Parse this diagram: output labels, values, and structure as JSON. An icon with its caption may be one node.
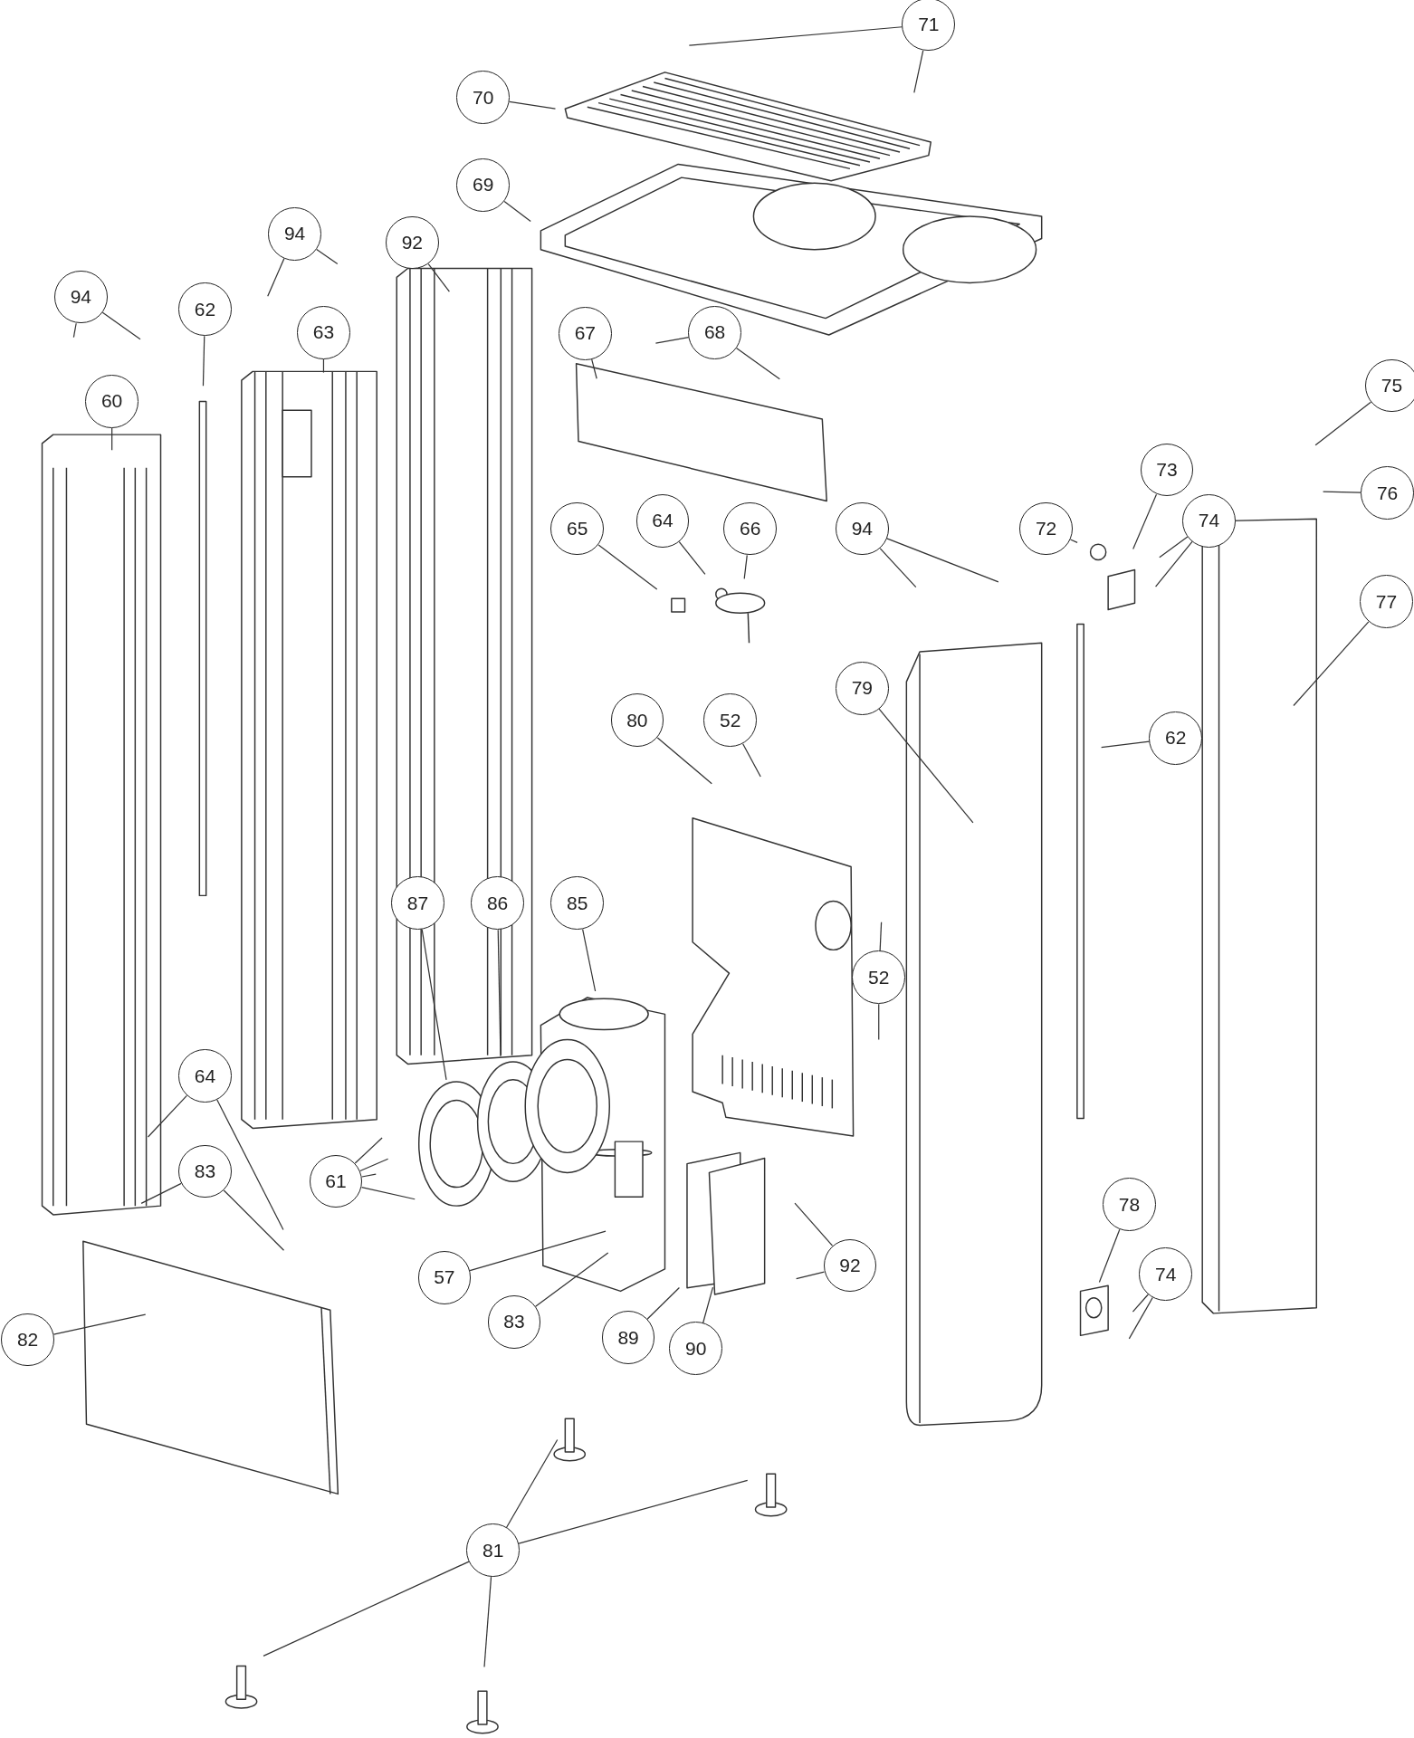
{
  "diagram": {
    "nodes": [
      {
        "text": [
          "71"
        ]
      },
      {
        "text": [
          "70"
        ]
      },
      {
        "text": [
          "69"
        ]
      },
      {
        "text": [
          "94"
        ]
      },
      {
        "text": [
          "92"
        ]
      },
      {
        "text": [
          "94"
        ]
      },
      {
        "text": [
          "62"
        ]
      },
      {
        "text": [
          "63"
        ]
      },
      {
        "text": [
          "68"
        ]
      },
      {
        "text": [
          "67"
        ]
      },
      {
        "text": [
          "75"
        ]
      },
      {
        "text": [
          "60"
        ]
      },
      {
        "text": [
          "73"
        ]
      },
      {
        "text": [
          "76"
        ]
      },
      {
        "text": [
          "74"
        ]
      },
      {
        "text": [
          "65"
        ]
      },
      {
        "text": [
          "64"
        ]
      },
      {
        "text": [
          "66"
        ]
      },
      {
        "text": [
          "94"
        ]
      },
      {
        "text": [
          "72"
        ]
      },
      {
        "text": [
          "77"
        ]
      },
      {
        "text": [
          "79"
        ]
      },
      {
        "text": [
          "80"
        ]
      },
      {
        "text": [
          "52"
        ]
      },
      {
        "text": [
          "62"
        ]
      },
      {
        "text": [
          "87"
        ]
      },
      {
        "text": [
          "86"
        ]
      },
      {
        "text": [
          "85"
        ]
      },
      {
        "text": [
          "52"
        ]
      },
      {
        "text": [
          "64"
        ]
      },
      {
        "text": [
          "83"
        ]
      },
      {
        "text": [
          "61"
        ]
      },
      {
        "text": [
          "78"
        ]
      },
      {
        "text": [
          "92"
        ]
      },
      {
        "text": [
          "74"
        ]
      },
      {
        "text": [
          "57"
        ]
      },
      {
        "text": [
          "83"
        ]
      },
      {
        "text": [
          "82"
        ]
      },
      {
        "text": [
          "89"
        ]
      },
      {
        "text": [
          "90"
        ]
      },
      {
        "text": [
          "81"
        ]
      }
    ],
    "edges": [
      {
        "from": 0,
        "to": null,
        "arrow": "none"
      },
      {
        "from": 0,
        "to": null,
        "arrow": "none"
      },
      {
        "from": 1,
        "to": null,
        "arrow": "none"
      },
      {
        "from": 2,
        "to": null,
        "arrow": "none"
      },
      {
        "from": 3,
        "to": null,
        "arrow": "none"
      },
      {
        "from": 3,
        "to": null,
        "arrow": "none"
      },
      {
        "from": 4,
        "to": null,
        "arrow": "none"
      },
      {
        "from": 5,
        "to": null,
        "arrow": "none"
      },
      {
        "from": 5,
        "to": null,
        "arrow": "none"
      },
      {
        "from": 6,
        "to": null,
        "arrow": "none"
      },
      {
        "from": 7,
        "to": null,
        "arrow": "none"
      },
      {
        "from": 8,
        "to": null,
        "arrow": "none"
      },
      {
        "from": 8,
        "to": null,
        "arrow": "none"
      },
      {
        "from": 9,
        "to": null,
        "arrow": "none"
      },
      {
        "from": 10,
        "to": null,
        "arrow": "none"
      },
      {
        "from": 11,
        "to": null,
        "arrow": "none"
      },
      {
        "from": 12,
        "to": null,
        "arrow": "none"
      },
      {
        "from": 13,
        "to": null,
        "arrow": "none"
      },
      {
        "from": 14,
        "to": null,
        "arrow": "none"
      },
      {
        "from": 14,
        "to": null,
        "arrow": "none"
      },
      {
        "from": 15,
        "to": null,
        "arrow": "none"
      },
      {
        "from": 16,
        "to": null,
        "arrow": "none"
      },
      {
        "from": 17,
        "to": null,
        "arrow": "none"
      },
      {
        "from": 18,
        "to": null,
        "arrow": "none"
      },
      {
        "from": 18,
        "to": null,
        "arrow": "none"
      },
      {
        "from": 19,
        "to": null,
        "arrow": "none"
      },
      {
        "from": 20,
        "to": null,
        "arrow": "none"
      },
      {
        "from": 21,
        "to": null,
        "arrow": "none"
      },
      {
        "from": 22,
        "to": null,
        "arrow": "none"
      },
      {
        "from": 23,
        "to": null,
        "arrow": "none"
      },
      {
        "from": 24,
        "to": null,
        "arrow": "none"
      },
      {
        "from": 25,
        "to": null,
        "arrow": "none"
      },
      {
        "from": 26,
        "to": null,
        "arrow": "none"
      },
      {
        "from": 27,
        "to": null,
        "arrow": "none"
      },
      {
        "from": 28,
        "to": null,
        "arrow": "none"
      },
      {
        "from": 28,
        "to": null,
        "arrow": "none"
      },
      {
        "from": 29,
        "to": null,
        "arrow": "none"
      },
      {
        "from": 29,
        "to": null,
        "arrow": "none"
      },
      {
        "from": 30,
        "to": null,
        "arrow": "none"
      },
      {
        "from": 30,
        "to": null,
        "arrow": "none"
      },
      {
        "from": 31,
        "to": null,
        "arrow": "none"
      },
      {
        "from": 31,
        "to": null,
        "arrow": "none"
      },
      {
        "from": 31,
        "to": null,
        "arrow": "none"
      },
      {
        "from": 31,
        "to": null,
        "arrow": "none"
      },
      {
        "from": 32,
        "to": null,
        "arrow": "none"
      },
      {
        "from": 33,
        "to": null,
        "arrow": "none"
      },
      {
        "from": 33,
        "to": null,
        "arrow": "none"
      },
      {
        "from": 34,
        "to": null,
        "arrow": "none"
      },
      {
        "from": 34,
        "to": null,
        "arrow": "none"
      },
      {
        "from": 35,
        "to": null,
        "arrow": "none"
      },
      {
        "from": 36,
        "to": null,
        "arrow": "none"
      },
      {
        "from": 37,
        "to": null,
        "arrow": "none"
      },
      {
        "from": 38,
        "to": null,
        "arrow": "none"
      },
      {
        "from": 39,
        "to": null,
        "arrow": "none"
      },
      {
        "from": 40,
        "to": null,
        "arrow": "none"
      },
      {
        "from": 40,
        "to": null,
        "arrow": "none"
      },
      {
        "from": 40,
        "to": null,
        "arrow": "none"
      },
      {
        "from": 40,
        "to": null,
        "arrow": "none"
      }
    ]
  }
}
